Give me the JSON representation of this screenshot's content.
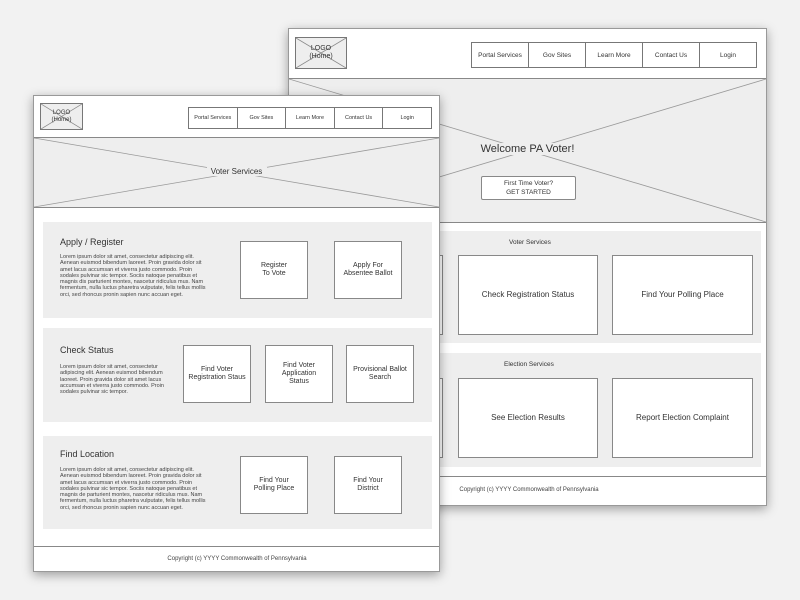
{
  "logo": {
    "line1": "LOGO",
    "line2": "(Home)"
  },
  "nav": [
    "Portal Services",
    "Gov Sites",
    "Learn More",
    "Contact Us",
    "Login"
  ],
  "back": {
    "hero_title": "Welcome PA Voter!",
    "cta_line1": "First Time Voter?",
    "cta_line2": "GET STARTED",
    "voter_services_label": "Voter Services",
    "voter_cards": [
      "Check Registration Status",
      "Find Your Polling Place"
    ],
    "election_services_label": "Election Services",
    "election_cards": [
      "See Election Results",
      "Report Election Complaint"
    ],
    "footer": "Copyright (c) YYYY Commonwealth of Pennsylvania"
  },
  "front": {
    "hero_title": "Voter Services",
    "sections": [
      {
        "title": "Apply / Register",
        "body": "Lorem ipsum dolor sit amet, consectetur adipiscing elit. Aenean euismod bibendum laoreet. Proin gravida dolor sit amet lacus accumsan et viverra justo commodo. Proin sodales pulvinar sic tempor. Sociis natoque penatibus et magnis dis parturient montes, nascetur ridiculus mus. Nam fermentum, nulla luctus pharetra vulputate, felis tellus mollis orci, sed rhoncus pronin sapien nunc accuan eget.",
        "cards": [
          [
            "Register",
            "To Vote"
          ],
          [
            "Apply For",
            "Absentee Ballot"
          ]
        ]
      },
      {
        "title": "Check Status",
        "body": "Lorem ipsum dolor sit amet, consectetur adipiscing elit. Aenean euismod bibendum laoreet. Proin gravida dolor sit amet lacus accumsan et viverra justo commodo. Proin sodales pulvinar sic tempor.",
        "cards": [
          [
            "Find Voter",
            "Registration Staus"
          ],
          [
            "Find Voter",
            "Application",
            "Status"
          ],
          [
            "Provisional Ballot",
            "Search"
          ]
        ]
      },
      {
        "title": "Find Location",
        "body": "Lorem ipsum dolor sit amet, consectetur adipiscing elit. Aenean euismod bibendum laoreet. Proin gravida dolor sit amet lacus accumsan et viverra justo commodo. Proin sodales pulvinar sic tempor. Sociis natoque penatibus et magnis de parturient montes, nascetur ridiculus mus. Nam fermentum, nulla luctus pharetra vulputate, felis tellus mollis orci, sed rhoncus pronin sapien nunc accuan eget.",
        "cards": [
          [
            "Find Your",
            "Polling Place"
          ],
          [
            "Find Your",
            "District"
          ]
        ]
      }
    ],
    "footer": "Copyright (c) YYYY Commonwealth of Pennsylvania"
  }
}
